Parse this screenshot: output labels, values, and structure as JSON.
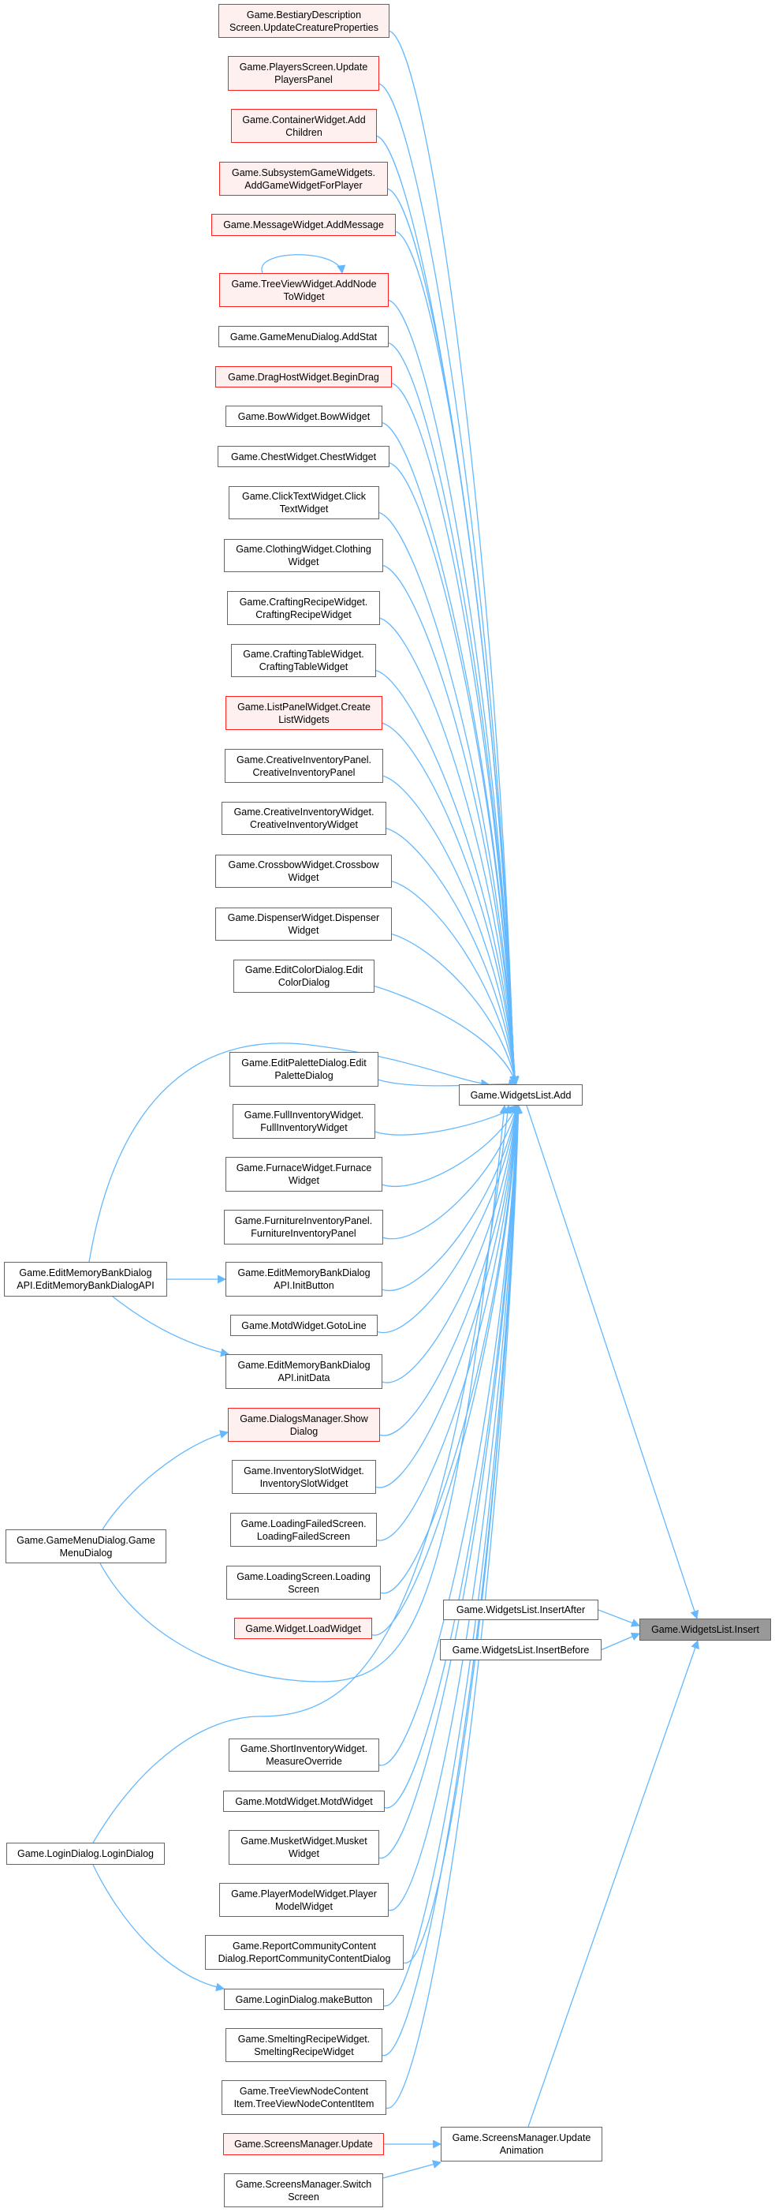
{
  "colors": {
    "edge": "#63b8ff",
    "red_border": "#ff2020",
    "red_fill": "#fff0f0",
    "node_border": "#666666",
    "highlight_fill": "#999999"
  },
  "nodes": [
    {
      "label": "Game.BestiaryDescription\nScreen.UpdateCreatureProperties",
      "style": "red"
    },
    {
      "label": "Game.PlayersScreen.Update\nPlayersPanel",
      "style": "red"
    },
    {
      "label": "Game.ContainerWidget.Add\nChildren",
      "style": "red"
    },
    {
      "label": "Game.SubsystemGameWidgets.\nAddGameWidgetForPlayer",
      "style": "red"
    },
    {
      "label": "Game.MessageWidget.AddMessage",
      "style": "red"
    },
    {
      "label": "Game.TreeViewWidget.AddNode\nToWidget",
      "style": "red"
    },
    {
      "label": "Game.GameMenuDialog.AddStat",
      "style": "normal"
    },
    {
      "label": "Game.DragHostWidget.BeginDrag",
      "style": "red"
    },
    {
      "label": "Game.BowWidget.BowWidget",
      "style": "normal"
    },
    {
      "label": "Game.ChestWidget.ChestWidget",
      "style": "normal"
    },
    {
      "label": "Game.ClickTextWidget.Click\nTextWidget",
      "style": "normal"
    },
    {
      "label": "Game.ClothingWidget.Clothing\nWidget",
      "style": "normal"
    },
    {
      "label": "Game.CraftingRecipeWidget.\nCraftingRecipeWidget",
      "style": "normal"
    },
    {
      "label": "Game.CraftingTableWidget.\nCraftingTableWidget",
      "style": "normal"
    },
    {
      "label": "Game.ListPanelWidget.Create\nListWidgets",
      "style": "red"
    },
    {
      "label": "Game.CreativeInventoryPanel.\nCreativeInventoryPanel",
      "style": "normal"
    },
    {
      "label": "Game.CreativeInventoryWidget.\nCreativeInventoryWidget",
      "style": "normal"
    },
    {
      "label": "Game.CrossbowWidget.Crossbow\nWidget",
      "style": "normal"
    },
    {
      "label": "Game.DispenserWidget.Dispenser\nWidget",
      "style": "normal"
    },
    {
      "label": "Game.EditColorDialog.Edit\nColorDialog",
      "style": "normal"
    },
    {
      "label": "Game.EditPaletteDialog.Edit\nPaletteDialog",
      "style": "normal"
    },
    {
      "label": "Game.FullInventoryWidget.\nFullInventoryWidget",
      "style": "normal"
    },
    {
      "label": "Game.FurnaceWidget.Furnace\nWidget",
      "style": "normal"
    },
    {
      "label": "Game.FurnitureInventoryPanel.\nFurnitureInventoryPanel",
      "style": "normal"
    },
    {
      "label": "Game.EditMemoryBankDialog\nAPI.InitButton",
      "style": "normal"
    },
    {
      "label": "Game.MotdWidget.GotoLine",
      "style": "normal"
    },
    {
      "label": "Game.EditMemoryBankDialog\nAPI.initData",
      "style": "normal"
    },
    {
      "label": "Game.DialogsManager.Show\nDialog",
      "style": "red"
    },
    {
      "label": "Game.InventorySlotWidget.\nInventorySlotWidget",
      "style": "normal"
    },
    {
      "label": "Game.LoadingFailedScreen.\nLoadingFailedScreen",
      "style": "normal"
    },
    {
      "label": "Game.LoadingScreen.Loading\nScreen",
      "style": "normal"
    },
    {
      "label": "Game.Widget.LoadWidget",
      "style": "red"
    },
    {
      "label": "Game.ShortInventoryWidget.\nMeasureOverride",
      "style": "normal"
    },
    {
      "label": "Game.MotdWidget.MotdWidget",
      "style": "normal"
    },
    {
      "label": "Game.MusketWidget.Musket\nWidget",
      "style": "normal"
    },
    {
      "label": "Game.PlayerModelWidget.Player\nModelWidget",
      "style": "normal"
    },
    {
      "label": "Game.ReportCommunityContent\nDialog.ReportCommunityContentDialog",
      "style": "normal"
    },
    {
      "label": "Game.LoginDialog.makeButton",
      "style": "normal"
    },
    {
      "label": "Game.SmeltingRecipeWidget.\nSmeltingRecipeWidget",
      "style": "normal"
    },
    {
      "label": "Game.TreeViewNodeContent\nItem.TreeViewNodeContentItem",
      "style": "normal"
    },
    {
      "label": "Game.ScreensManager.Update",
      "style": "red"
    },
    {
      "label": "Game.ScreensManager.Switch\nScreen",
      "style": "normal"
    },
    {
      "label": "Game.EditMemoryBankDialog\nAPI.EditMemoryBankDialogAPI",
      "style": "normal"
    },
    {
      "label": "Game.GameMenuDialog.Game\nMenuDialog",
      "style": "normal"
    },
    {
      "label": "Game.LoginDialog.LoginDialog",
      "style": "normal"
    },
    {
      "label": "Game.WidgetsList.Add",
      "style": "normal"
    },
    {
      "label": "Game.WidgetsList.InsertAfter",
      "style": "normal"
    },
    {
      "label": "Game.WidgetsList.InsertBefore",
      "style": "normal"
    },
    {
      "label": "Game.ScreensManager.Update\nAnimation",
      "style": "normal"
    },
    {
      "label": "Game.WidgetsList.Insert",
      "style": "highlight"
    }
  ],
  "edges": [
    [
      0,
      45
    ],
    [
      1,
      45
    ],
    [
      2,
      45
    ],
    [
      3,
      45
    ],
    [
      4,
      45
    ],
    [
      5,
      45
    ],
    [
      6,
      45
    ],
    [
      7,
      45
    ],
    [
      8,
      45
    ],
    [
      9,
      45
    ],
    [
      10,
      45
    ],
    [
      11,
      45
    ],
    [
      12,
      45
    ],
    [
      13,
      45
    ],
    [
      14,
      45
    ],
    [
      15,
      45
    ],
    [
      16,
      45
    ],
    [
      17,
      45
    ],
    [
      18,
      45
    ],
    [
      19,
      45
    ],
    [
      20,
      45
    ],
    [
      21,
      45
    ],
    [
      22,
      45
    ],
    [
      23,
      45
    ],
    [
      24,
      45
    ],
    [
      25,
      45
    ],
    [
      26,
      45
    ],
    [
      27,
      45
    ],
    [
      28,
      45
    ],
    [
      29,
      45
    ],
    [
      30,
      45
    ],
    [
      31,
      45
    ],
    [
      32,
      45
    ],
    [
      33,
      45
    ],
    [
      34,
      45
    ],
    [
      35,
      45
    ],
    [
      36,
      45
    ],
    [
      37,
      45
    ],
    [
      38,
      45
    ],
    [
      39,
      45
    ],
    [
      5,
      5
    ],
    [
      42,
      45
    ],
    [
      42,
      24
    ],
    [
      42,
      26
    ],
    [
      43,
      27
    ],
    [
      43,
      45
    ],
    [
      44,
      45
    ],
    [
      44,
      37
    ],
    [
      40,
      48
    ],
    [
      41,
      48
    ],
    [
      45,
      49
    ],
    [
      46,
      49
    ],
    [
      47,
      49
    ],
    [
      48,
      49
    ]
  ]
}
